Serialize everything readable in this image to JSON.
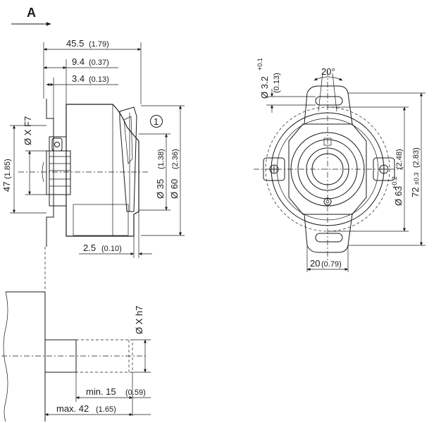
{
  "view_label": "A",
  "callout_number": "1",
  "dims": {
    "len_total": "45.5",
    "len_total_in": "(1.79)",
    "d94": "9.4",
    "d94_in": "(0.37)",
    "d34": "3.4",
    "d34_in": "(0.13)",
    "d47": "47",
    "d47_in": "(1.85)",
    "dx": "Ø X F7",
    "d35": "Ø 35",
    "d35_in": "(1.38)",
    "d60": "Ø 60",
    "d60_in": "(2.36)",
    "d25": "2.5",
    "d25_in": "(0.10)",
    "d32": "Ø 3.2",
    "d32_tol": "+0.1",
    "d32_in": "(0.13)",
    "angle": "20°",
    "d63": "Ø 63",
    "d63_tol": "+0.2",
    "d63_in": "(2.48)",
    "d72": "72",
    "d72_tol": "±0.3",
    "d72_in": "(2.83)",
    "d20": "20",
    "d20_in": "(0.79)",
    "dxh": "Ø X h7",
    "min15": "min. 15",
    "min15_in": "(0.59)",
    "max42": "max. 42",
    "max42_in": "(1.65)"
  }
}
